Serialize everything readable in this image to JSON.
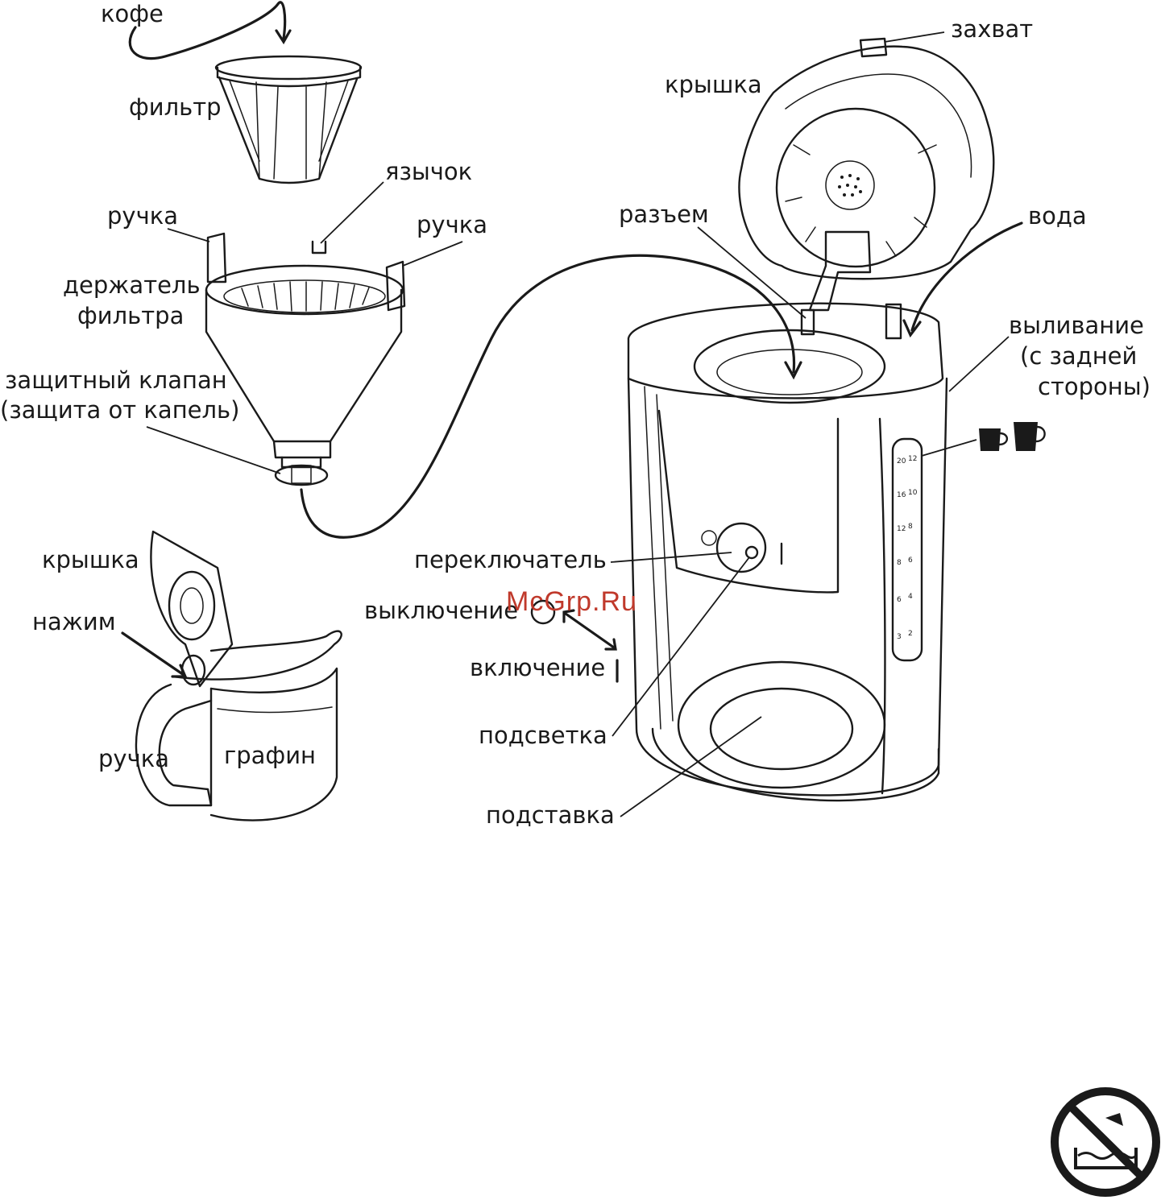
{
  "labels": {
    "coffee": "кофе",
    "filter": "фильтр",
    "tab": "язычок",
    "handle_left": "ручка",
    "handle_right": "ручка",
    "filter_holder_1": "держатель",
    "filter_holder_2": "фильтра",
    "safety_valve_1": "защитный клапан",
    "safety_valve_2": "(защита от капель)",
    "carafe_lid": "крышка",
    "press": "нажим",
    "carafe_handle": "ручка",
    "carafe": "графин",
    "grip": "захват",
    "machine_lid": "крышка",
    "connector": "разъем",
    "water": "вода",
    "pour_1": "выливание",
    "pour_2": "(с задней",
    "pour_3": "стороны)",
    "switch": "переключатель",
    "off": "выключение",
    "on": "включение",
    "indicator": "подсветка",
    "stand": "подставка"
  },
  "water_scale": {
    "left": [
      "20",
      "16",
      "12",
      "8",
      "6",
      "3"
    ],
    "right": [
      "12",
      "10",
      "8",
      "6",
      "4",
      "2"
    ]
  },
  "watermark": "McGrp.Ru",
  "icons": {
    "cups": "small-cup-and-large-cup-icon",
    "warning": "no-water-immersion-icon"
  }
}
